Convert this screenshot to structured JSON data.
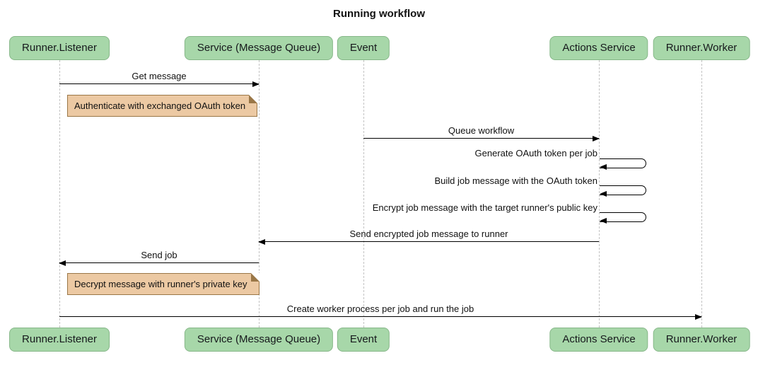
{
  "title": "Running workflow",
  "participants": [
    {
      "label": "Runner.Listener"
    },
    {
      "label": "Service (Message Queue)"
    },
    {
      "label": "Event"
    },
    {
      "label": "Actions Service"
    },
    {
      "label": "Runner.Worker"
    }
  ],
  "messages": [
    {
      "label": "Get message",
      "from": "Runner.Listener",
      "to": "Service (Message Queue)"
    },
    {
      "label": "Queue workflow",
      "from": "Event",
      "to": "Actions Service"
    },
    {
      "label": "Generate OAuth token per job",
      "from": "Actions Service",
      "to": "Actions Service",
      "self": true
    },
    {
      "label": "Build job message with the OAuth token",
      "from": "Actions Service",
      "to": "Actions Service",
      "self": true
    },
    {
      "label": "Encrypt job message with the target runner's public key",
      "from": "Actions Service",
      "to": "Actions Service",
      "self": true
    },
    {
      "label": "Send encrypted job message to runner",
      "from": "Actions Service",
      "to": "Service (Message Queue)"
    },
    {
      "label": "Send job",
      "from": "Service (Message Queue)",
      "to": "Runner.Listener"
    },
    {
      "label": "Create worker process per job and run the job",
      "from": "Runner.Listener",
      "to": "Runner.Worker"
    }
  ],
  "notes": [
    {
      "label": "Authenticate with exchanged OAuth token"
    },
    {
      "label": "Decrypt message with runner's private key"
    }
  ],
  "colors": {
    "participant_fill": "#a7d7a9",
    "participant_border": "#86b788",
    "note_fill": "#ecc9a3",
    "note_border": "#9a7747",
    "line": "#000000",
    "lifeline": "#c3c3c3"
  }
}
